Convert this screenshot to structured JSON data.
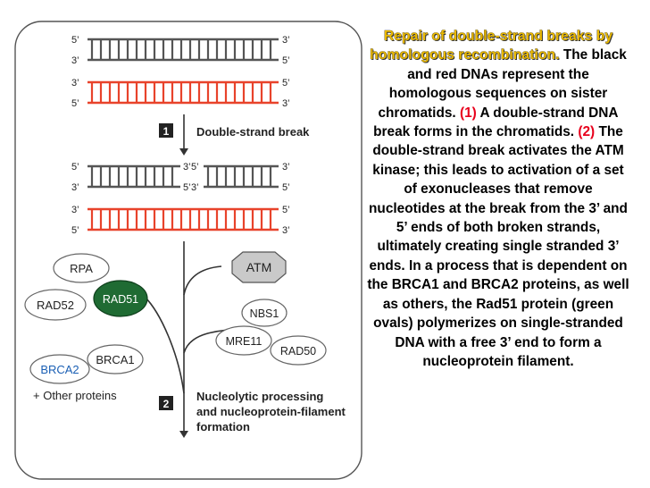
{
  "caption": {
    "title": "Repair of double-strand breaks by homologous recombination.",
    "part1": " The black and red DNAs represent the homologous sequences on sister chromatids. ",
    "step1_marker": "(1)",
    "part2": " A double-strand DNA break forms in the chromatids. ",
    "step2_marker": "(2)",
    "part3": " The double-strand break activates the ATM kinase; this leads to activation of a set of exonucleases that remove nucleotides at the break from the 3’ and 5’ ends of both broken strands, ultimately creating single stranded 3’ ends. In a process that is dependent on the BRCA1 and BRCA2 proteins, as well as others, the Rad51 protein (green ovals) polymerizes on single-stranded DNA with a free 3’ end to form a nucleoprotein filament."
  },
  "diagram": {
    "end_labels": {
      "five_prime": "5’",
      "three_prime": "3’"
    },
    "steps": [
      {
        "number": "1",
        "label": "Double-strand break"
      },
      {
        "number": "2",
        "label_lines": [
          "Nucleolytic processing",
          "and nucleoprotein-filament",
          "formation"
        ]
      }
    ],
    "proteins": {
      "rpa": "RPA",
      "rad51": "RAD51",
      "rad52": "RAD52",
      "atm": "ATM",
      "nbs1": "NBS1",
      "mre11": "MRE11",
      "rad50": "RAD50",
      "brca1": "BRCA1",
      "brca2": "BRCA2",
      "other": "+ Other proteins"
    },
    "colors": {
      "black_dna": "#555555",
      "red_dna": "#e8432b",
      "rad51_fill": "#1f6b33",
      "atm_fill": "#c9c9c9",
      "brca2_text": "#1a5fb4",
      "step_box": "#222222",
      "title_yellow": "#e9b800",
      "step_marker_red": "#e8001c"
    }
  }
}
